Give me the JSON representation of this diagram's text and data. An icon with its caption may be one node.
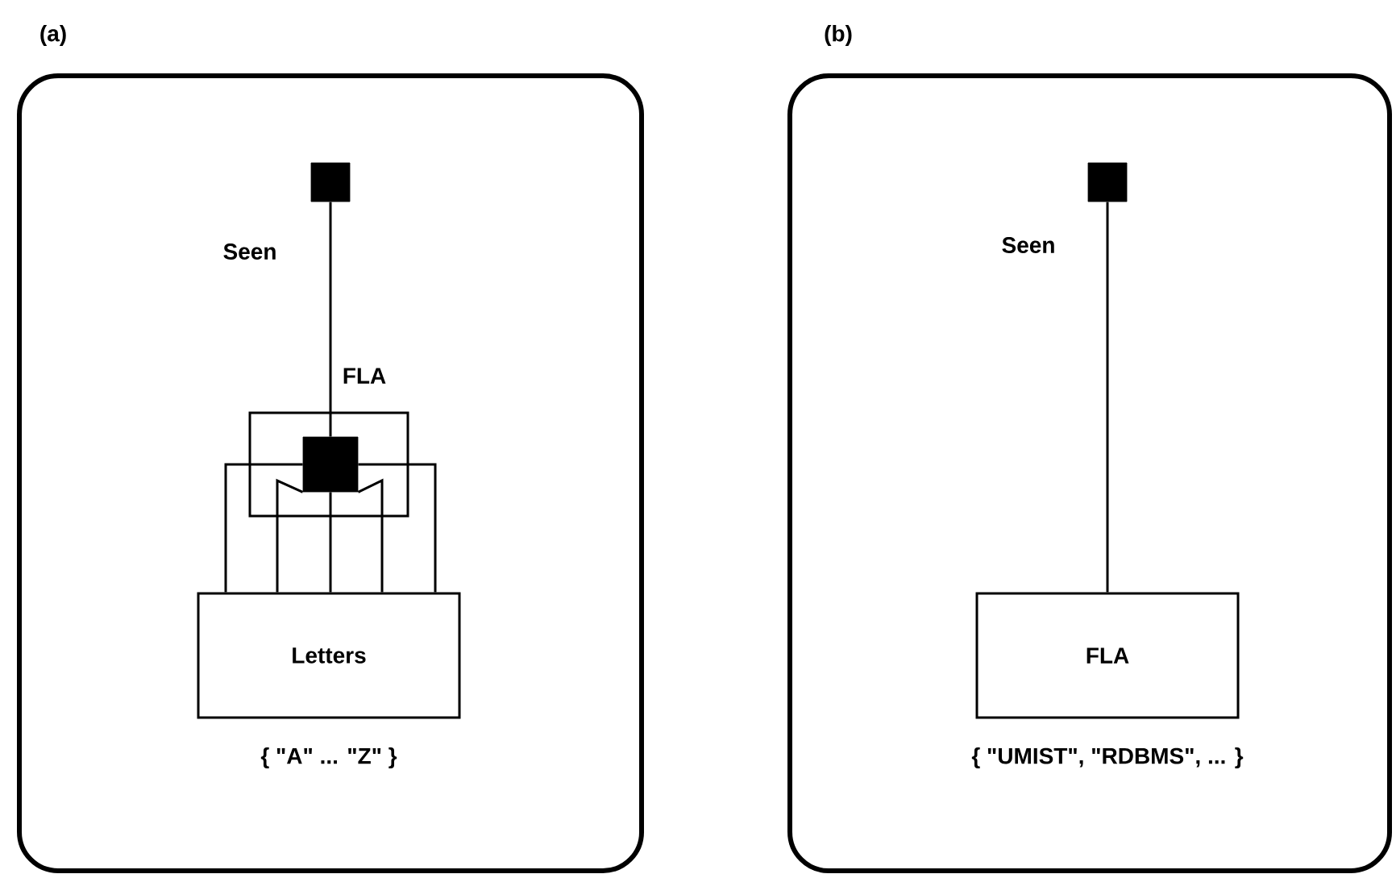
{
  "diagram": {
    "nodes": [
      {
        "text": [
          "(a)"
        ]
      },
      {
        "text": [],
        "shape": "box",
        "in": 0,
        "beside": [
          "Seen"
        ]
      },
      {
        "text": [
          "FLA"
        ],
        "in": 0
      },
      {
        "text": [],
        "shape": "box",
        "in": 2
      },
      {
        "text": [
          "Letters"
        ],
        "in": 0,
        "beside": [
          "{ \"A\" ... \"Z\" }"
        ]
      },
      {
        "text": [
          "(b)"
        ]
      },
      {
        "text": [],
        "shape": "box",
        "in": 5,
        "beside": [
          "Seen"
        ]
      },
      {
        "text": [
          "FLA"
        ],
        "in": 5,
        "beside": [
          "{ \"UMIST\", \"RDBMS\", ... }"
        ]
      }
    ],
    "edges": [
      {
        "from": 1,
        "to": 3,
        "arrow": "none"
      },
      {
        "from": 3,
        "to": 4,
        "arrow": "none"
      },
      {
        "from": 3,
        "to": 4,
        "arrow": "none"
      },
      {
        "from": 3,
        "to": 4,
        "arrow": "none"
      },
      {
        "from": 3,
        "to": 4,
        "arrow": "none"
      },
      {
        "from": 3,
        "to": 4,
        "arrow": "none"
      },
      {
        "from": 6,
        "to": 7,
        "arrow": "none"
      }
    ]
  }
}
